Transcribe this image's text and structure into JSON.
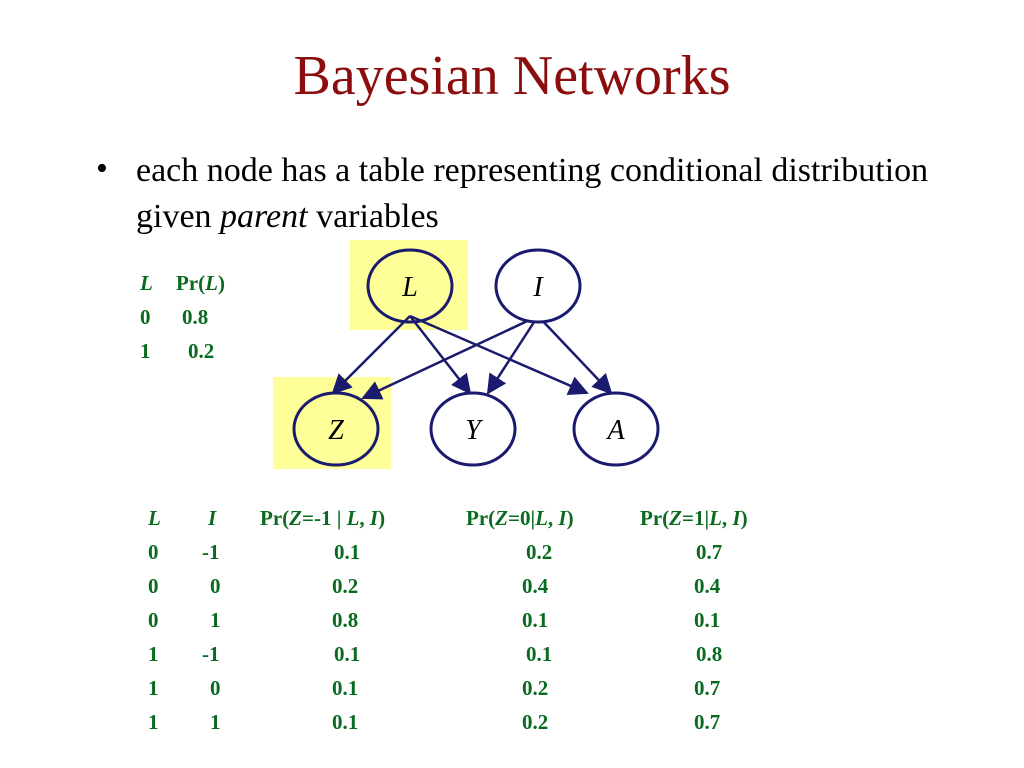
{
  "title": "Bayesian Networks",
  "bullet": {
    "part1": "each node has a table representing conditional distribution given",
    "emphasis": "parent",
    "part2": "variables"
  },
  "colors": {
    "title": "#8B0D0D",
    "table_text": "#0A6B20",
    "node_stroke": "#1A1A6E",
    "highlight": "#FFFF99"
  },
  "nodes": {
    "L": "L",
    "I": "I",
    "Z": "Z",
    "Y": "Y",
    "A": "A"
  },
  "edges": [
    {
      "from": "L",
      "to": "Z"
    },
    {
      "from": "L",
      "to": "Y"
    },
    {
      "from": "L",
      "to": "A"
    },
    {
      "from": "I",
      "to": "Z"
    },
    {
      "from": "I",
      "to": "Y"
    },
    {
      "from": "I",
      "to": "A"
    }
  ],
  "prior_table": {
    "header": {
      "var": "L",
      "prob_prefix": "Pr(",
      "prob_var": "L",
      "prob_suffix": ")"
    },
    "rows": [
      {
        "l": "0",
        "p": "0.8"
      },
      {
        "l": "1",
        "p": "0.2"
      }
    ]
  },
  "cpt_table": {
    "header": {
      "l": "L",
      "i": "I",
      "z_neg1": {
        "a": "Pr(",
        "b": "Z",
        "c": "=-1 | ",
        "d": "L",
        "e": ", ",
        "f": "I",
        "g": ")"
      },
      "z_0": {
        "a": "Pr(",
        "b": "Z",
        "c": "=0|",
        "d": "L",
        "e": ", ",
        "f": "I",
        "g": ")"
      },
      "z_1": {
        "a": "Pr(",
        "b": "Z",
        "c": "=1|",
        "d": "L",
        "e": ", ",
        "f": "I",
        "g": ")"
      }
    },
    "rows": [
      {
        "l": "0",
        "i": "-1",
        "p_neg1": "0.1",
        "p0": "0.2",
        "p1": "0.7"
      },
      {
        "l": "0",
        "i": "0",
        "p_neg1": "0.2",
        "p0": "0.4",
        "p1": "0.4"
      },
      {
        "l": "0",
        "i": "1",
        "p_neg1": "0.8",
        "p0": "0.1",
        "p1": "0.1"
      },
      {
        "l": "1",
        "i": "-1",
        "p_neg1": "0.1",
        "p0": "0.1",
        "p1": "0.8"
      },
      {
        "l": "1",
        "i": "0",
        "p_neg1": "0.1",
        "p0": "0.2",
        "p1": "0.7"
      },
      {
        "l": "1",
        "i": "1",
        "p_neg1": "0.1",
        "p0": "0.2",
        "p1": "0.7"
      }
    ]
  }
}
